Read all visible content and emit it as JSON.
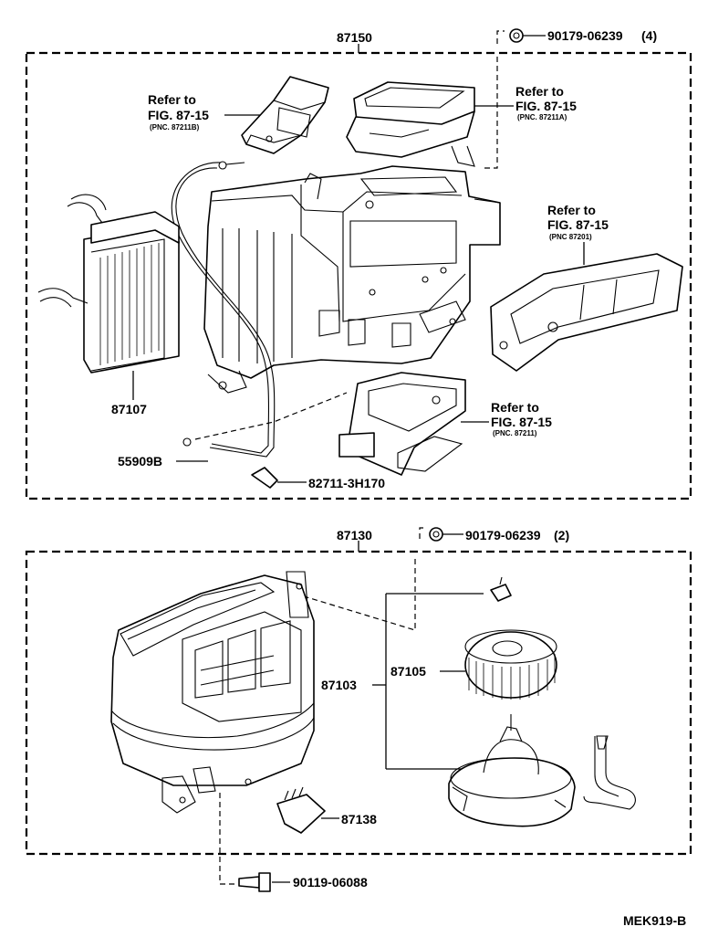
{
  "upper_assembly": {
    "part_number": "87150",
    "clip": {
      "part_number": "90179-06239",
      "qty": "(4)"
    },
    "refer_left": {
      "line1": "Refer to",
      "line2": "FIG. 87-15",
      "pnc": "(PNC. 87211B)"
    },
    "refer_top_right": {
      "line1": "Refer to",
      "line2": "FIG. 87-15",
      "pnc": "(PNC. 87211A)"
    },
    "refer_right": {
      "line1": "Refer to",
      "line2": "FIG. 87-15",
      "pnc": "(PNC 87201)"
    },
    "refer_bottom": {
      "line1": "Refer to",
      "line2": "FIG. 87-15",
      "pnc": "(PNC. 87211)"
    },
    "heater_core": "87107",
    "hose": "55909B",
    "clamp": "82711-3H170"
  },
  "lower_assembly": {
    "part_number": "87130",
    "clip": {
      "part_number": "90179-06239",
      "qty": "(2)"
    },
    "motor_assembly": "87103",
    "fan": "87105",
    "resistor": "87138",
    "screw": "90119-06088"
  },
  "figure_code": "MEK919-B"
}
